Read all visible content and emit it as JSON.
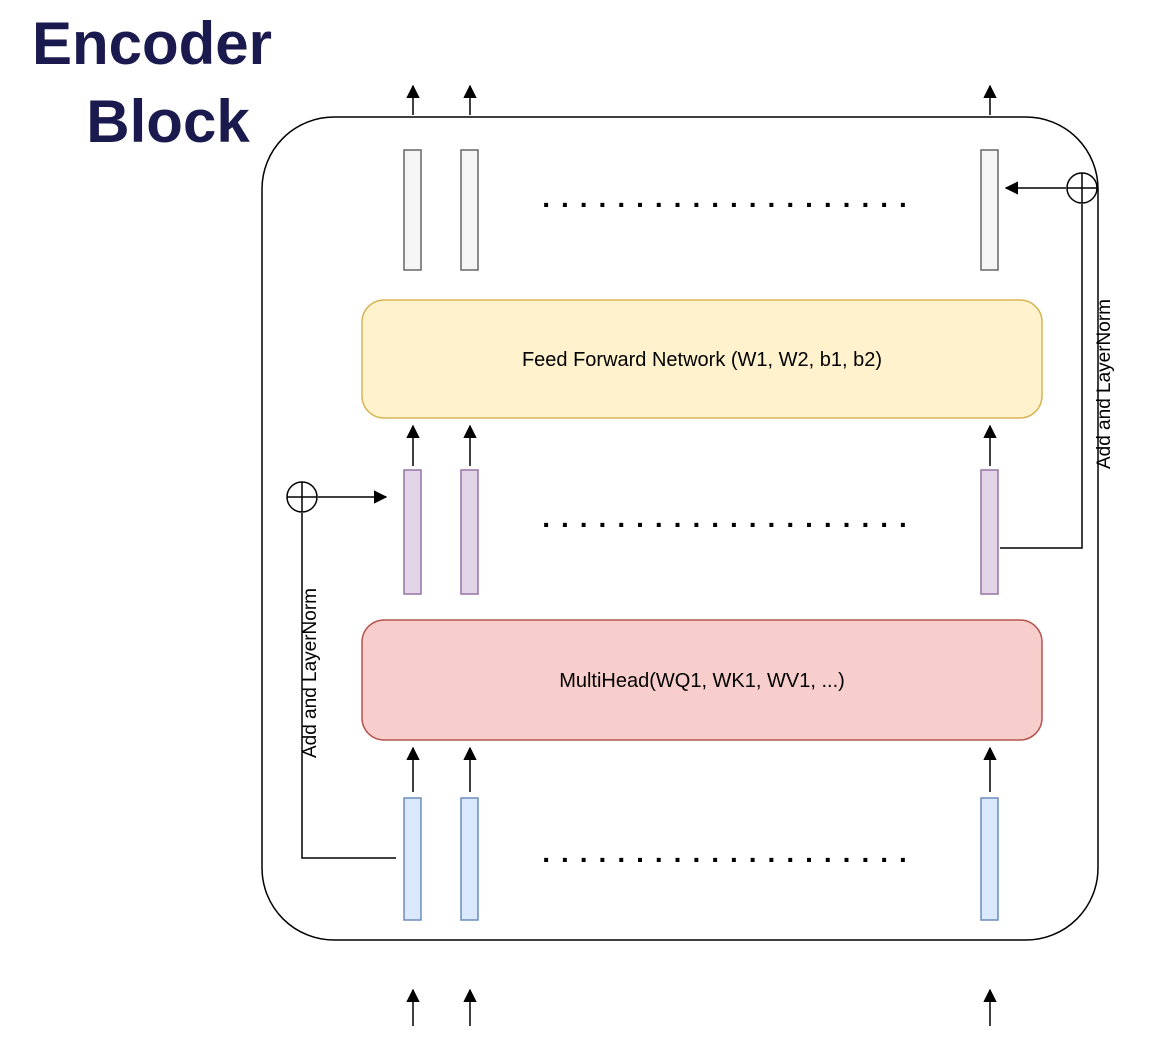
{
  "title": {
    "line1": "Encoder",
    "line2": "Block"
  },
  "boxes": {
    "ffn": {
      "label": "Feed Forward Network (W1, W2, b1, b2)",
      "fill": "#fff2cc",
      "stroke": "#d6b656"
    },
    "attention": {
      "label": "MultiHead(WQ1, WK1, WV1, ...)",
      "fill": "#f8cecc",
      "stroke": "#b85450"
    }
  },
  "bars": {
    "input": {
      "fill": "#dae8fc",
      "stroke": "#6c8ebf"
    },
    "attention_output": {
      "fill": "#e1d5e7",
      "stroke": "#9673a6"
    },
    "ffn_output": {
      "fill": "#f5f5f5",
      "stroke": "#666666"
    }
  },
  "residual": {
    "left_label": "Add and LayerNorm",
    "right_label": "Add and LayerNorm"
  },
  "ellipsis": {
    "row": "...................."
  },
  "colors": {
    "title": "#1a1a4e",
    "line": "#000000"
  }
}
